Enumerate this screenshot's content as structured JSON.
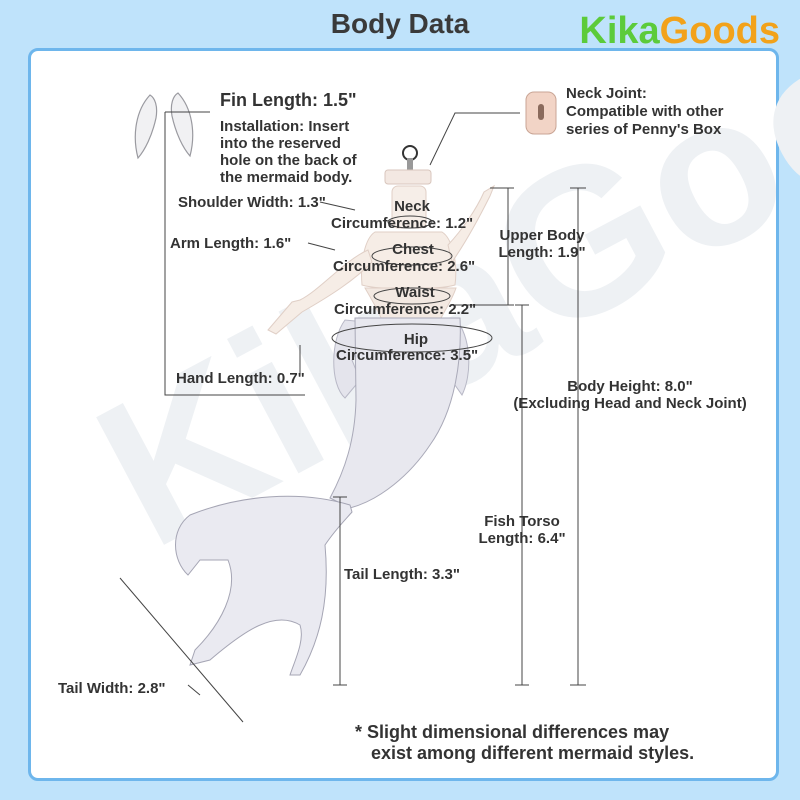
{
  "header": {
    "title": "Body Data"
  },
  "brand": {
    "part1": "Kika",
    "part2": "Goods"
  },
  "watermark": {
    "text": "KikaGoods"
  },
  "fin": {
    "length": "Fin Length: 1.5\"",
    "installation": [
      "Installation: Insert",
      "into the reserved",
      "hole on the back of",
      "the mermaid body."
    ]
  },
  "neck_joint": {
    "lines": [
      "Neck Joint:",
      "Compatible with other",
      "series of Penny's Box"
    ]
  },
  "measurements": {
    "shoulder_width": "Shoulder Width: 1.3\"",
    "neck": [
      "Neck",
      "Circumference: 1.2\""
    ],
    "upper_body": [
      "Upper Body",
      "Length: 1.9\""
    ],
    "arm_length": "Arm Length: 1.6\"",
    "chest": [
      "Chest",
      "Circumference: 2.6\""
    ],
    "waist": [
      "Waist",
      "Circumference: 2.2\""
    ],
    "hip": [
      "Hip",
      "Circumference: 3.5\""
    ],
    "hand_length": "Hand Length: 0.7\"",
    "body_height": [
      "Body Height: 8.0\"",
      "(Excluding Head and Neck Joint)"
    ],
    "fish_torso": [
      "Fish Torso",
      "Length: 6.4\""
    ],
    "tail_length": "Tail Length: 3.3\"",
    "tail_width": "Tail Width: 2.8\""
  },
  "note": [
    "* Slight dimensional differences may",
    "exist among different mermaid styles."
  ],
  "colors": {
    "background": "#bfe3fb",
    "card_border": "#6eb6ec",
    "brand_green": "#5ccb3a",
    "brand_orange": "#f2a21a"
  }
}
